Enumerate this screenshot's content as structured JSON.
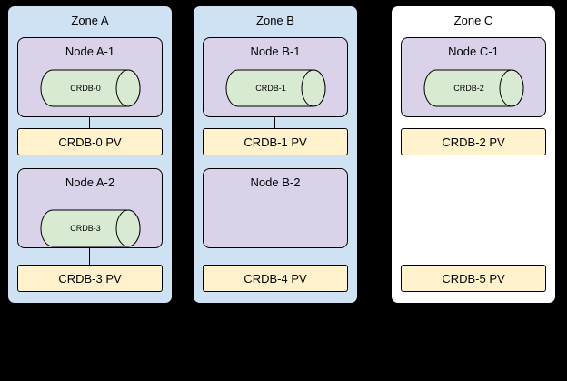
{
  "colors": {
    "background": "#000000",
    "zone_fill": "#cfe2f3",
    "zone_c_fill": "#ffffff",
    "node_fill": "#d9d2e9",
    "cylinder_fill": "#d9ead3",
    "pv_fill": "#fff2cc",
    "border": "#000000"
  },
  "zones": [
    {
      "label": "Zone A",
      "nodes": [
        {
          "label": "Node A-1",
          "cylinder": "CRDB-0",
          "pv": "CRDB-0 PV"
        },
        {
          "label": "Node A-2",
          "cylinder": "CRDB-3",
          "pv": "CRDB-3 PV"
        }
      ]
    },
    {
      "label": "Zone B",
      "nodes": [
        {
          "label": "Node B-1",
          "cylinder": "CRDB-1",
          "pv": "CRDB-1 PV"
        },
        {
          "label": "Node B-2",
          "cylinder": null,
          "pv": "CRDB-4 PV"
        }
      ]
    },
    {
      "label": "Zone C",
      "nodes": [
        {
          "label": "Node C-1",
          "cylinder": "CRDB-2",
          "pv": "CRDB-2 PV"
        },
        {
          "label": null,
          "cylinder": null,
          "pv": "CRDB-5 PV"
        }
      ]
    }
  ]
}
